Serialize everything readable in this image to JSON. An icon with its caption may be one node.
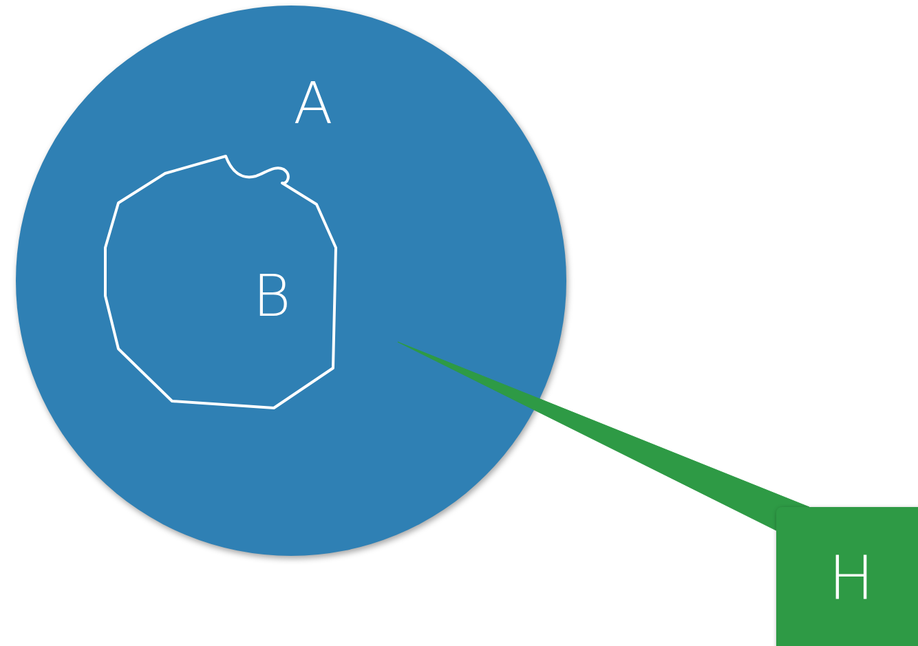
{
  "diagram": {
    "nodes": [
      {
        "text": [
          "A"
        ]
      },
      {
        "text": [
          "B"
        ],
        "in": 0
      },
      {
        "text": [
          "H"
        ]
      }
    ],
    "edges": [
      {
        "from": 2,
        "to": 0,
        "arrow": "none"
      }
    ]
  }
}
